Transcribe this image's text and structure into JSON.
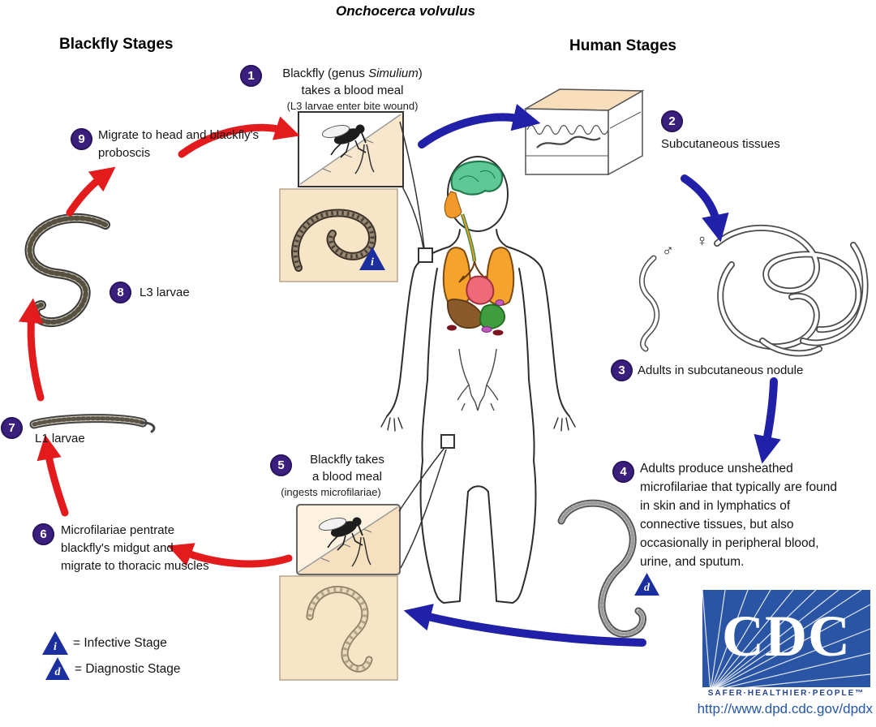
{
  "title": "Onchocerca volvulus",
  "sections": {
    "blackfly": "Blackfly Stages",
    "human": "Human Stages"
  },
  "steps": {
    "s1": {
      "num": "1",
      "line1_pre": "Blackfly (genus ",
      "genus": "Simulium",
      "line1_post": ")",
      "line2": "takes a blood meal",
      "sub": "(L3 larvae enter bite wound)"
    },
    "s2": {
      "num": "2",
      "label": "Subcutaneous tissues"
    },
    "s3": {
      "num": "3",
      "label": "Adults in subcutaneous nodule"
    },
    "s4": {
      "num": "4",
      "text": "Adults produce unsheathed microfilariae that typically are found in skin and in lymphatics of connective tissues, but also occasionally in peripheral blood, urine, and sputum."
    },
    "s5": {
      "num": "5",
      "line1": "Blackfly takes",
      "line2": "a blood meal",
      "sub": "(ingests microfilariae)"
    },
    "s6": {
      "num": "6",
      "text": "Microfilariae pentrate blackfly's midgut and migrate to thoracic muscles"
    },
    "s7": {
      "num": "7",
      "label": "L1 larvae"
    },
    "s8": {
      "num": "8",
      "label": "L3 larvae"
    },
    "s9": {
      "num": "9",
      "text": "Migrate to head and blackfly's proboscis"
    }
  },
  "markers": {
    "infective": "i",
    "diagnostic": "d"
  },
  "legend": {
    "infective_label": "= Infective Stage",
    "diagnostic_label": "= Diagnostic Stage"
  },
  "adult_worms": {
    "male_symbol": "♂",
    "female_symbol": "♀"
  },
  "logo": {
    "acronym": "CDC",
    "tagline": "SAFER·HEALTHIER·PEOPLE™",
    "url": "http://www.dpd.cdc.gov/dpdx"
  },
  "colors": {
    "badge_purple": "#3b1f7d",
    "red_arrow": "#e31b1c",
    "blue_arrow": "#2020a8",
    "tan_box": "#f8e4c6",
    "triangle_blue": "#1c2f9e",
    "cdc_blue": "#2a55a5"
  }
}
